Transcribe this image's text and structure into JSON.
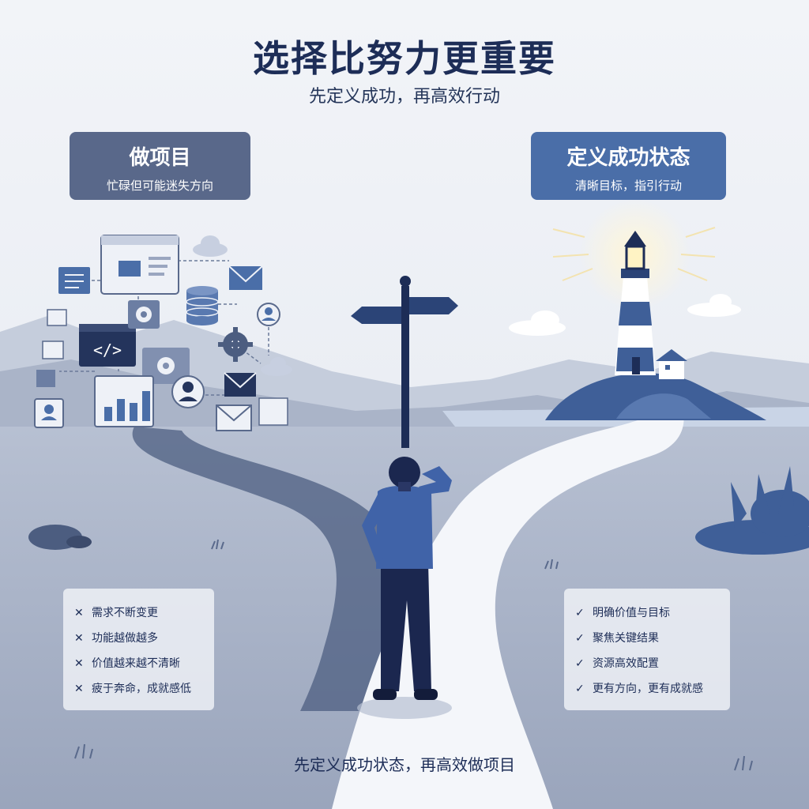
{
  "title": "选择比努力更重要",
  "subtitle": "先定义成功，再高效行动",
  "left_label": {
    "heading": "做项目",
    "sub": "忙碌但可能迷失方向"
  },
  "right_label": {
    "heading": "定义成功状态",
    "sub": "清晰目标，指引行动"
  },
  "cons": {
    "marker": "✕",
    "items": [
      "需求不断变更",
      "功能越做越多",
      "价值越来越不清晰",
      "疲于奔命，成就感低"
    ]
  },
  "pros": {
    "marker": "✓",
    "items": [
      "明确价值与目标",
      "聚焦关键结果",
      "资源高效配置",
      "更有方向，更有成就感"
    ]
  },
  "footer": "先定义成功状态，再高效做项目",
  "colors": {
    "navy": "#1d2d57",
    "slate_box": "#59688a",
    "blue_box": "#4a6ea8",
    "sky": "#eef1f6",
    "ground": "#a3adc2",
    "path_light": "#f4f6fa"
  },
  "icons": [
    "code-window-icon",
    "database-icon",
    "gear-icon",
    "mail-icon",
    "user-avatar-icon",
    "bar-chart-icon",
    "cloud-icon",
    "lighthouse-icon",
    "signpost-icon"
  ]
}
